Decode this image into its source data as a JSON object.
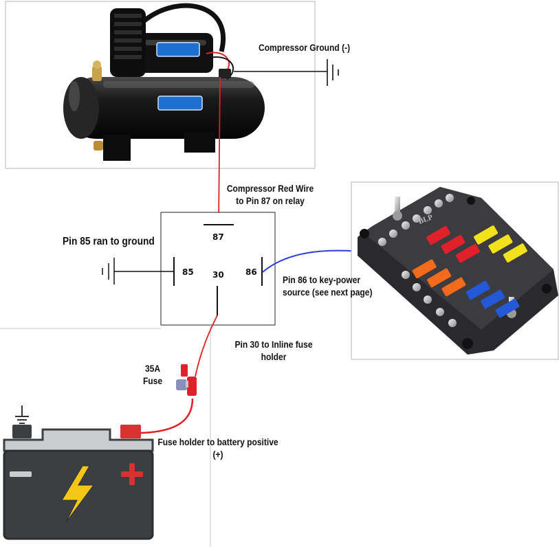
{
  "labels": {
    "compressor_ground": "Compressor Ground (-)",
    "compressor_red_wire_line1": "Compressor Red Wire",
    "compressor_red_wire_line2": "to Pin 87 on relay",
    "pin85_ground": "Pin 85 ran to ground",
    "pin86_line1": "Pin 86 to key-power",
    "pin86_line2": "source (see next page)",
    "pin30_line1": "Pin 30 to Inline fuse",
    "pin30_line2": "holder",
    "fuse_line1": "35A",
    "fuse_line2": "Fuse",
    "battery_line1": "Fuse holder to battery positive",
    "battery_line2": "(+)"
  },
  "relay": {
    "pin87": "87",
    "pin85": "85",
    "pin30": "30",
    "pin86": "86"
  },
  "brand_text": "BLP",
  "colors": {
    "wire_red": "#e02020",
    "wire_blue": "#2a3de0",
    "wire_black": "#111111",
    "battery_body": "#3b3f42",
    "battery_top": "#c9cdd0",
    "battery_plus": "#d8312f",
    "fuse_red": "#e0202a",
    "fuse_orange": "#f26a1b",
    "fuse_yellow": "#f2e21b",
    "fuse_blue": "#2358d6"
  }
}
